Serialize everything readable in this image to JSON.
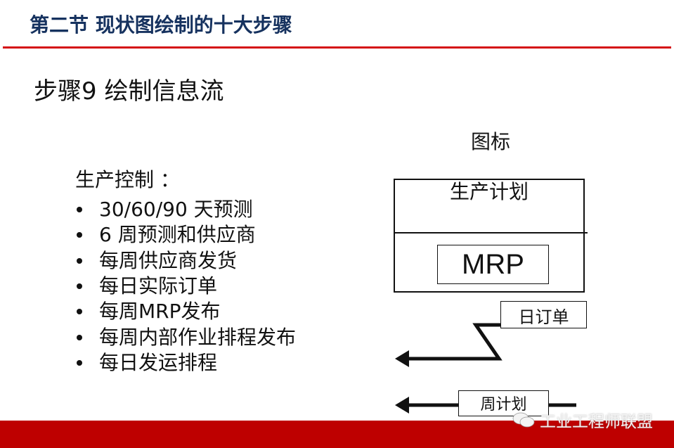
{
  "header": {
    "section_title": "第二节  现状图绘制的十大步骤",
    "accent_color": "#d40f14",
    "title_color": "#16325f"
  },
  "step": {
    "title": "步骤9  绘制信息流"
  },
  "production_control": {
    "heading": "生产控制 ：",
    "items": [
      "30/60/90  天预测",
      "6  周预测和供应商",
      "每周供应商发货",
      "每日实际订单",
      "每周MRP发布",
      "每周内部作业排程发布",
      "每日发运排程"
    ]
  },
  "legend": {
    "title": "图标",
    "production_planning_box": {
      "label": "生产计划",
      "inner_label": "MRP"
    },
    "electronic_flow": {
      "label": "日订单",
      "icon": "electronic-info-flow-arrow"
    },
    "manual_flow": {
      "label": "周计划",
      "icon": "manual-info-flow-arrow"
    }
  },
  "footer": {
    "bar_color": "#be0000",
    "watermark": "工业工程师联盟",
    "watermark_icon": "wechat-icon"
  }
}
